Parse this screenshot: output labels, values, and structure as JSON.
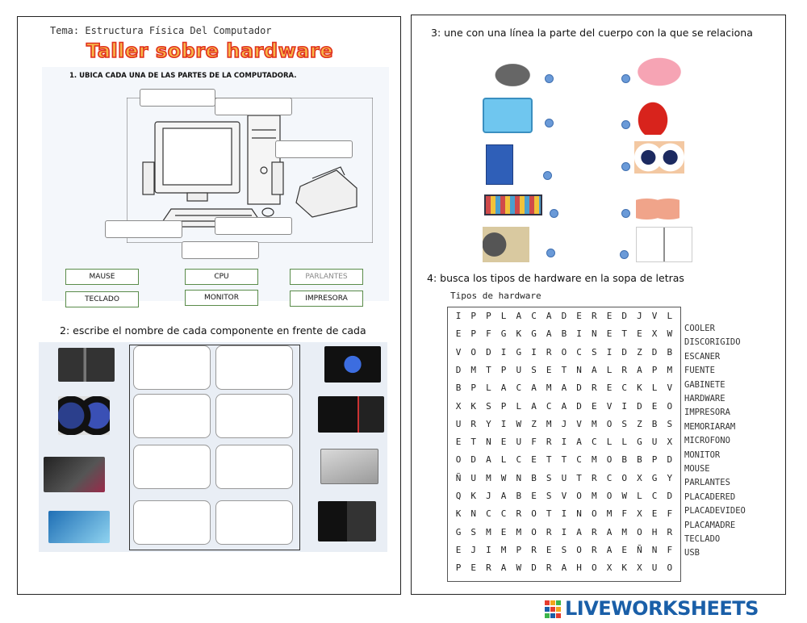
{
  "left": {
    "tema": "Tema: Estructura Física Del Computador",
    "title": "Taller sobre hardware",
    "instruction1": "1.   UBICA CADA UNA DE LAS PARTES DE LA COMPUTADORA.",
    "words": [
      "MAUSE",
      "CPU",
      "PARLANTES",
      "TECLADO",
      "MONITOR",
      "IMPRESORA"
    ],
    "instruction2": "2: escribe el nombre de cada componente en frente de cada"
  },
  "right": {
    "instruction3": "3: une con una línea la parte del cuerpo con la que se relaciona",
    "instruction4": "4: busca los tipos de hardware en la sopa de letras",
    "wordsearch_title": "Tipos de hardware",
    "grid": [
      "IPPLACADEREDJVL",
      "EPFGKGABINETEXW",
      "VODIGIROCSIDZDB",
      "DMTPUSETNALRAPM",
      "BPLACAMADRECKLV",
      "XKSPLACADEVIDEO",
      "URYIWZMJVMOSZBS",
      "ETNEUFRIACLLGUX",
      "ODALCETTCMOBBPD",
      "ÑUMWNBSUTRCOXGY",
      "QKJABESVOMOWLCD",
      "KNCCROTINOMFXEF",
      "GSMEMORIARAMOHR",
      "EJIMPRESORAEÑNF",
      "PERAWDRAHOXKXUO"
    ],
    "word_list": [
      "COOLER",
      "DISCORIGIDO",
      "ESCANER",
      "FUENTE",
      "GABINETE",
      "HARDWARE",
      "IMPRESORA",
      "MEMORIARAM",
      "MICROFONO",
      "MONITOR",
      "MOUSE",
      "PARLANTES",
      "PLACADERED",
      "PLACADEVIDEO",
      "PLACAMADRE",
      "TECLADO",
      "USB"
    ]
  },
  "brand": {
    "name": "LIVEWORKSHEETS",
    "color": "#1a5fa8"
  },
  "colors": {
    "title_fill": "#f7b548",
    "title_stroke": "#e0301e",
    "dot": "#6a9ad8",
    "word_border": "#5a8c4a"
  }
}
